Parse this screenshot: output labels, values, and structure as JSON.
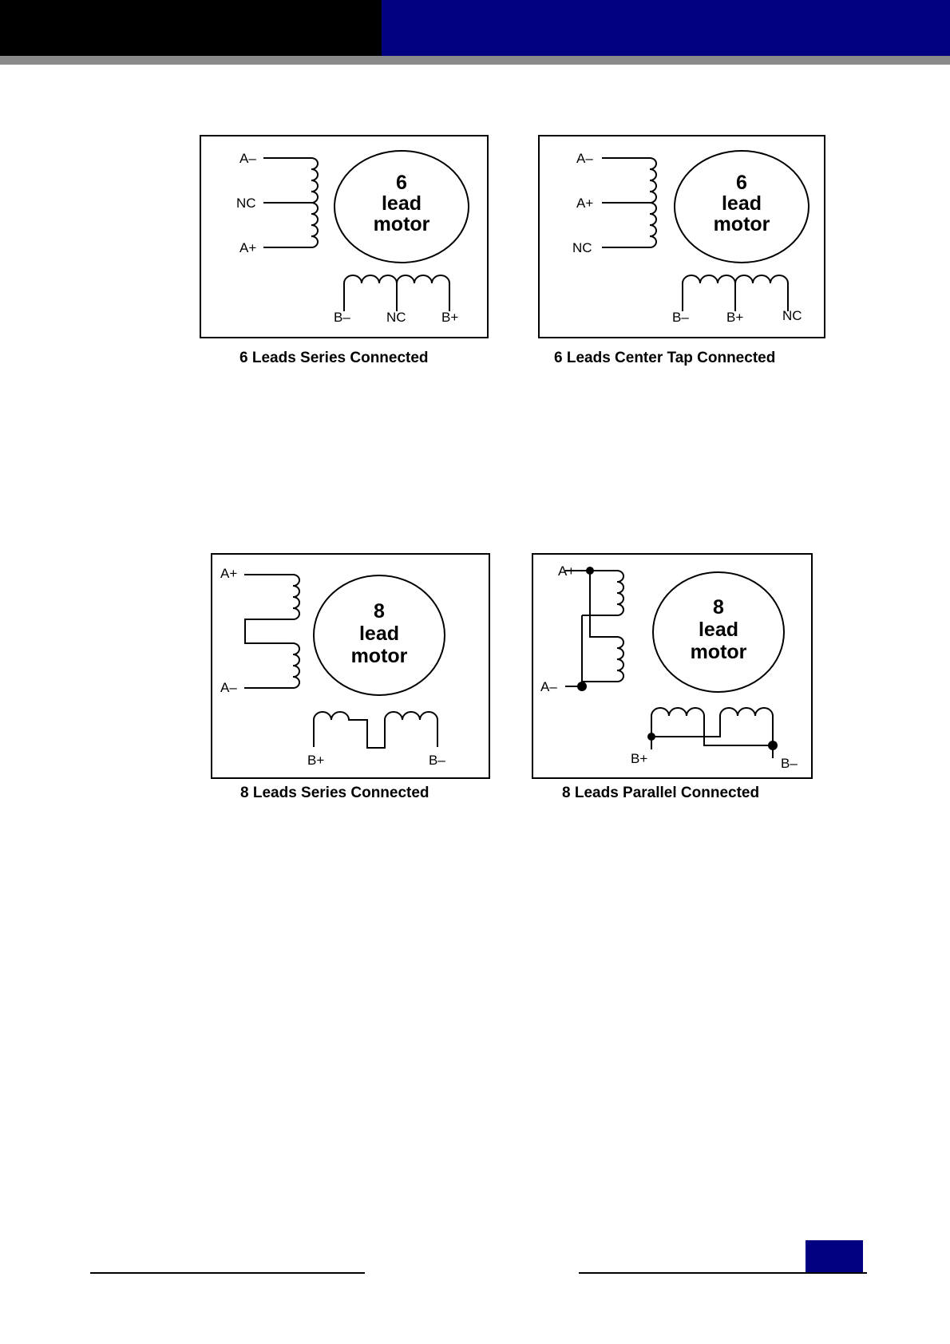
{
  "diagrams": [
    {
      "id": "d1",
      "caption": "6 Leads Series Connected",
      "motor": [
        "6",
        "lead",
        "motor"
      ],
      "a_labels": [
        "A–",
        "NC",
        "A+"
      ],
      "b_labels": [
        "B–",
        "NC",
        "B+"
      ]
    },
    {
      "id": "d2",
      "caption": "6 Leads Center Tap Connected",
      "motor": [
        "6",
        "lead",
        "motor"
      ],
      "a_labels": [
        "A–",
        "A+",
        "NC"
      ],
      "b_labels": [
        "B–",
        "B+",
        "NC"
      ]
    },
    {
      "id": "d3",
      "caption": "8 Leads Series Connected",
      "motor": [
        "8",
        "lead",
        "motor"
      ],
      "a_labels": [
        "A+",
        "A–"
      ],
      "b_labels": [
        "B+",
        "B–"
      ]
    },
    {
      "id": "d4",
      "caption": "8 Leads Parallel Connected",
      "motor": [
        "8",
        "lead",
        "motor"
      ],
      "a_labels": [
        "A+",
        "A–"
      ],
      "b_labels": [
        "B+",
        "B–"
      ]
    }
  ],
  "colors": {
    "header_black": "#000000",
    "header_blue": "#000080",
    "header_gray": "#8a8a8a",
    "page_badge": "#000080"
  }
}
